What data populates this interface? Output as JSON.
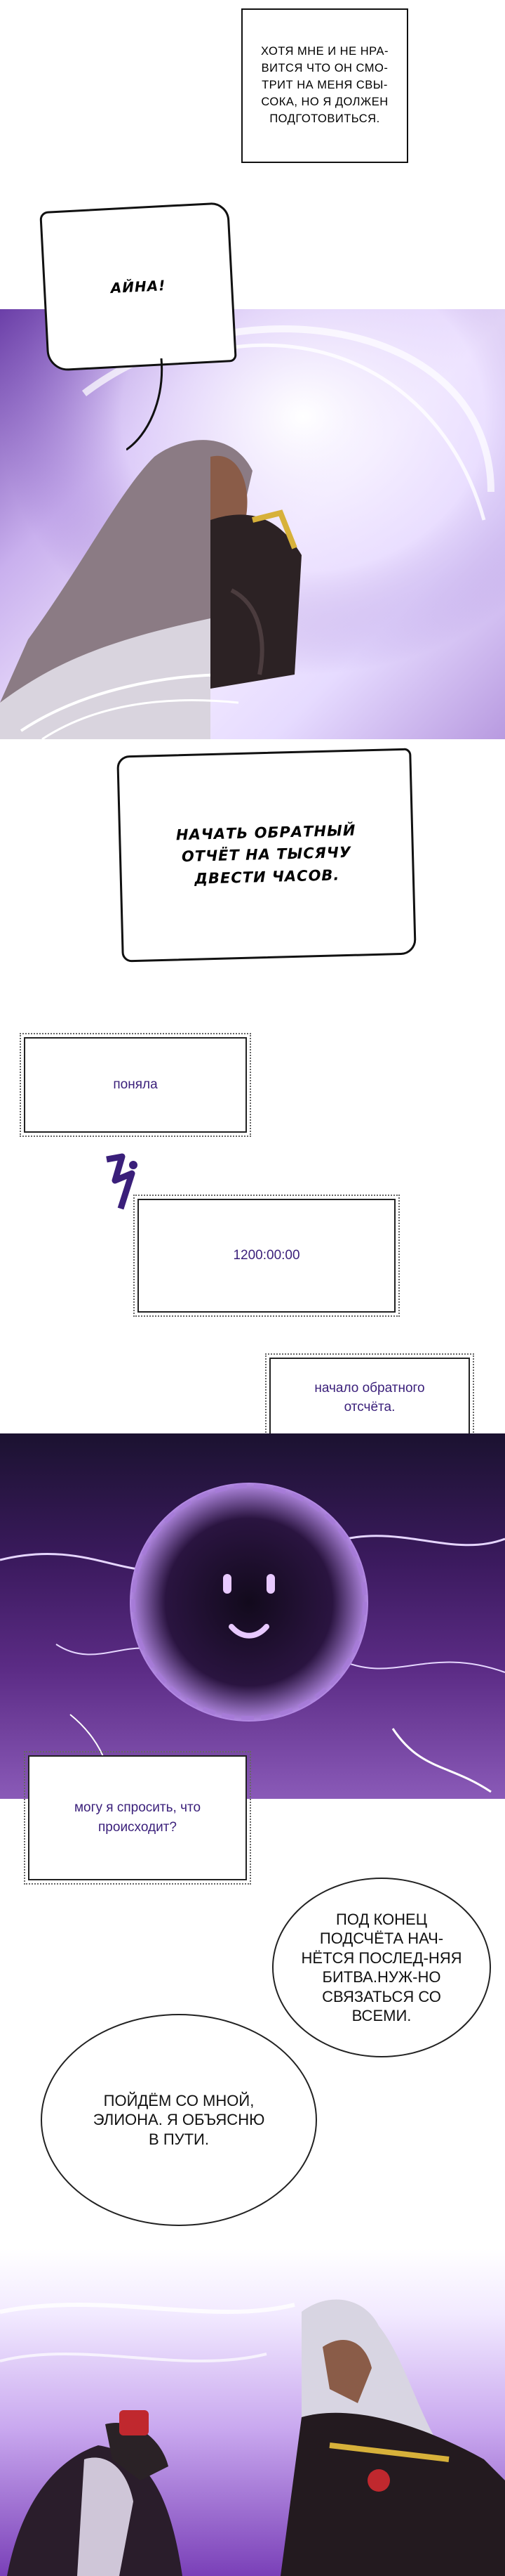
{
  "captions": {
    "top_narration": "ХОТЯ МНЕ И НЕ НРА-ВИТСЯ ЧТО ОН СМО-ТРИТ НА МЕНЯ СВЫ-СОКА, НО Я ДОЛЖЕН ПОДГОТОВИТЬСЯ.",
    "shout": "АЙНА!",
    "countdown_order": "НАЧАТЬ ОБРАТНЫЙ ОТЧЁТ НА ТЫСЯЧУ ДВЕСТИ ЧАСОВ."
  },
  "system": {
    "understood": "поняла",
    "timer": "1200:00:00",
    "countdown_started": "начало обратного отсчёта.",
    "ask": "могу я спросить, что происходит?"
  },
  "bubbles": {
    "final_battle": "ПОД КОНЕЦ ПОДСЧЁТА НАЧ-НЁТСЯ ПОСЛЕД-НЯЯ БИТВА.НУЖ-НО СВЯЗАТЬСЯ СО ВСЕМИ.",
    "come_with_me": "ПОЙДЁМ СО МНОЙ, ЭЛИОНА. Я ОБЪЯСНЮ В ПУТИ."
  },
  "colors": {
    "purple_dark": "#3b1a5e",
    "purple_glow": "#d9c6f5",
    "system_text": "#3a1f7a"
  }
}
